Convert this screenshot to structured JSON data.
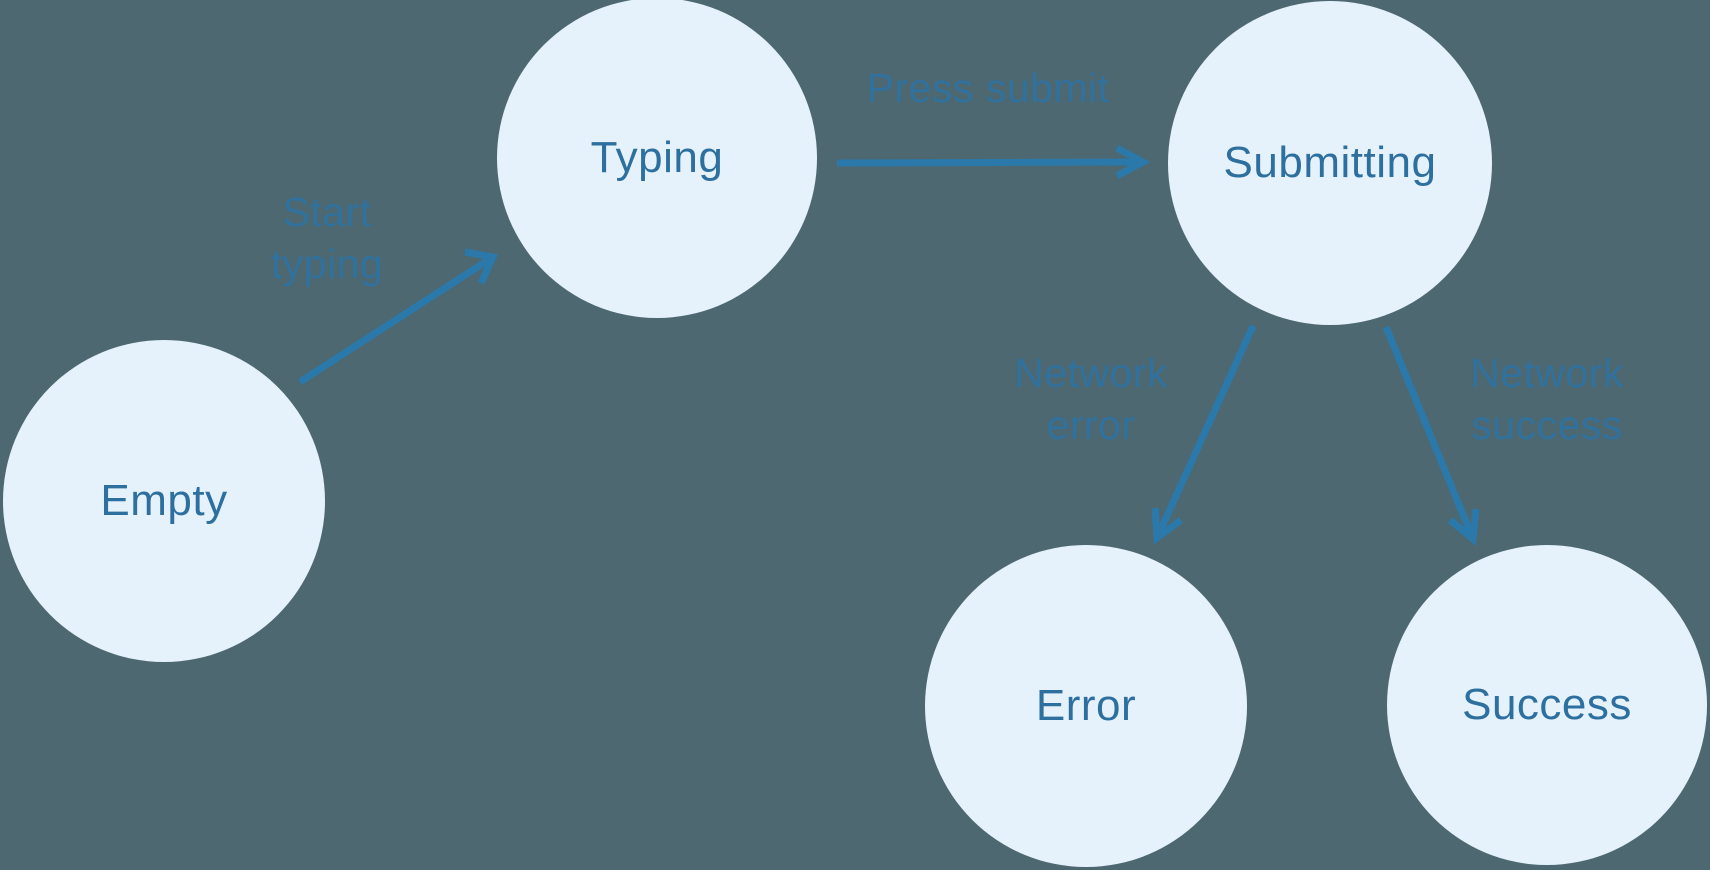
{
  "diagram": {
    "type": "state-machine",
    "colors": {
      "background": "#4D6871",
      "node_fill": "#E5F2FC",
      "node_text": "#2D6F9E",
      "edge_label": "#30719E",
      "arrow": "#2A79AA"
    },
    "nodes": [
      {
        "id": "empty",
        "label": "Empty"
      },
      {
        "id": "typing",
        "label": "Typing"
      },
      {
        "id": "submitting",
        "label": "Submitting"
      },
      {
        "id": "error",
        "label": "Error"
      },
      {
        "id": "success",
        "label": "Success"
      }
    ],
    "edges": [
      {
        "from": "empty",
        "to": "typing",
        "label": "Start typing",
        "label_lines": [
          "Start",
          "typing"
        ]
      },
      {
        "from": "typing",
        "to": "submitting",
        "label": "Press submit",
        "label_lines": [
          "Press submit"
        ]
      },
      {
        "from": "submitting",
        "to": "error",
        "label": "Network error",
        "label_lines": [
          "Network",
          "error"
        ]
      },
      {
        "from": "submitting",
        "to": "success",
        "label": "Network success",
        "label_lines": [
          "Network",
          "success"
        ]
      }
    ]
  }
}
